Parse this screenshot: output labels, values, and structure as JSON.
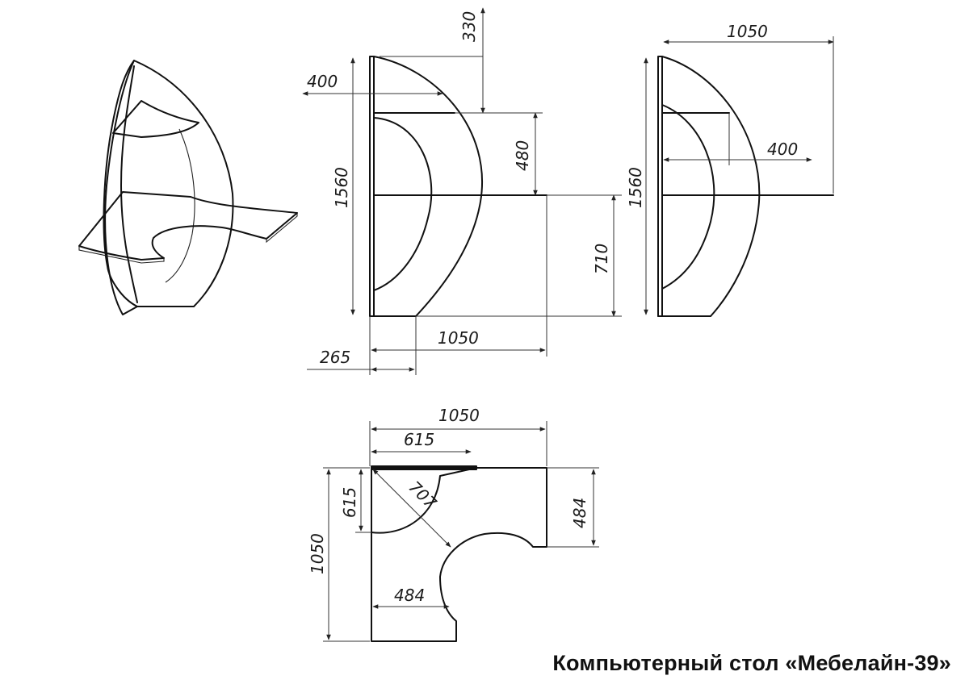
{
  "caption": "Компьютерный стол «Мебелайн-39»",
  "front_view": {
    "dim_shelf_gap": "330",
    "dim_shelf_depth": "400",
    "dim_total_height": "1560",
    "dim_shelf_to_desk": "480",
    "dim_desk_height": "710",
    "dim_offset": "265",
    "dim_width": "1050"
  },
  "side_view": {
    "dim_width": "1050",
    "dim_shelf_depth": "400",
    "dim_total_height": "1560"
  },
  "top_view": {
    "dim_width": "1050",
    "dim_corner_x": "615",
    "dim_corner_y": "615",
    "dim_depth": "1050",
    "dim_right_wing": "484",
    "dim_bottom_wing": "484",
    "dim_diagonal": "707"
  }
}
